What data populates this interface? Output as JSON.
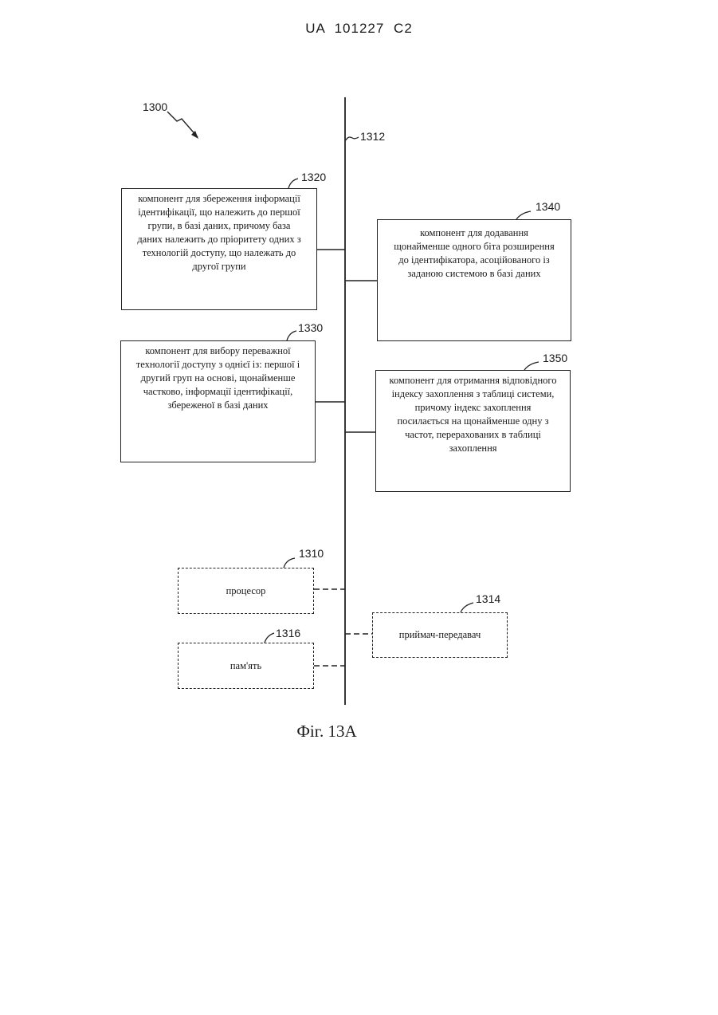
{
  "header": "UA   101227   C2",
  "caption": "Фіг. 13A",
  "refs": {
    "diagram": "1300",
    "bus": "1312",
    "box_1320": "1320",
    "box_1330": "1330",
    "box_1340": "1340",
    "box_1350": "1350",
    "processor": "1310",
    "transceiver": "1314",
    "memory": "1316"
  },
  "boxes": {
    "b1320": "компонент для збереження інформації\nідентифікації, що належить до першої\nгрупи, в базі даних, причому база\nданих належить до пріоритету одних з\nтехнологій доступу, що належать до\nдругої групи",
    "b1330": "компонент для вибору переважної\nтехнології доступу з однієї із: першої і\nдругий груп на основі, щонайменше\nчастково, інформації ідентифікації,\nзбереженої в базі даних",
    "b1340": "компонент для додавання\nщонайменше одного біта розширення\nдо ідентифікатора, асоційованого із\nзаданою системою в базі даних",
    "b1350": "компонент для отримання відповідного\nіндексу захоплення з таблиці системи,\nпричому індекс захоплення\nпосилається на щонайменше одну з\nчастот, перерахованих в таблиці\nзахоплення",
    "processor": "процесор",
    "transceiver": "приймач-передавач",
    "memory": "пам'ять"
  }
}
